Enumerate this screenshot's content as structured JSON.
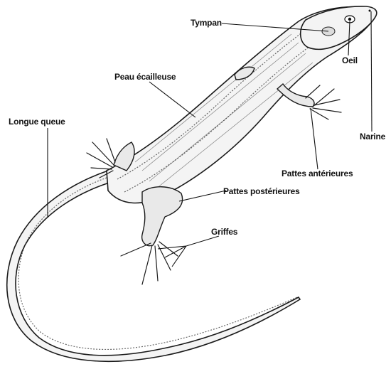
{
  "labels": {
    "tympan": "Tympan",
    "oeil": "Oeil",
    "narine": "Narine",
    "peau": "Peau écailleuse",
    "queue": "Longue queue",
    "pattes_anterieures": "Pattes antérieures",
    "pattes_posterieures": "Pattes postérieures",
    "griffes": "Griffes"
  }
}
